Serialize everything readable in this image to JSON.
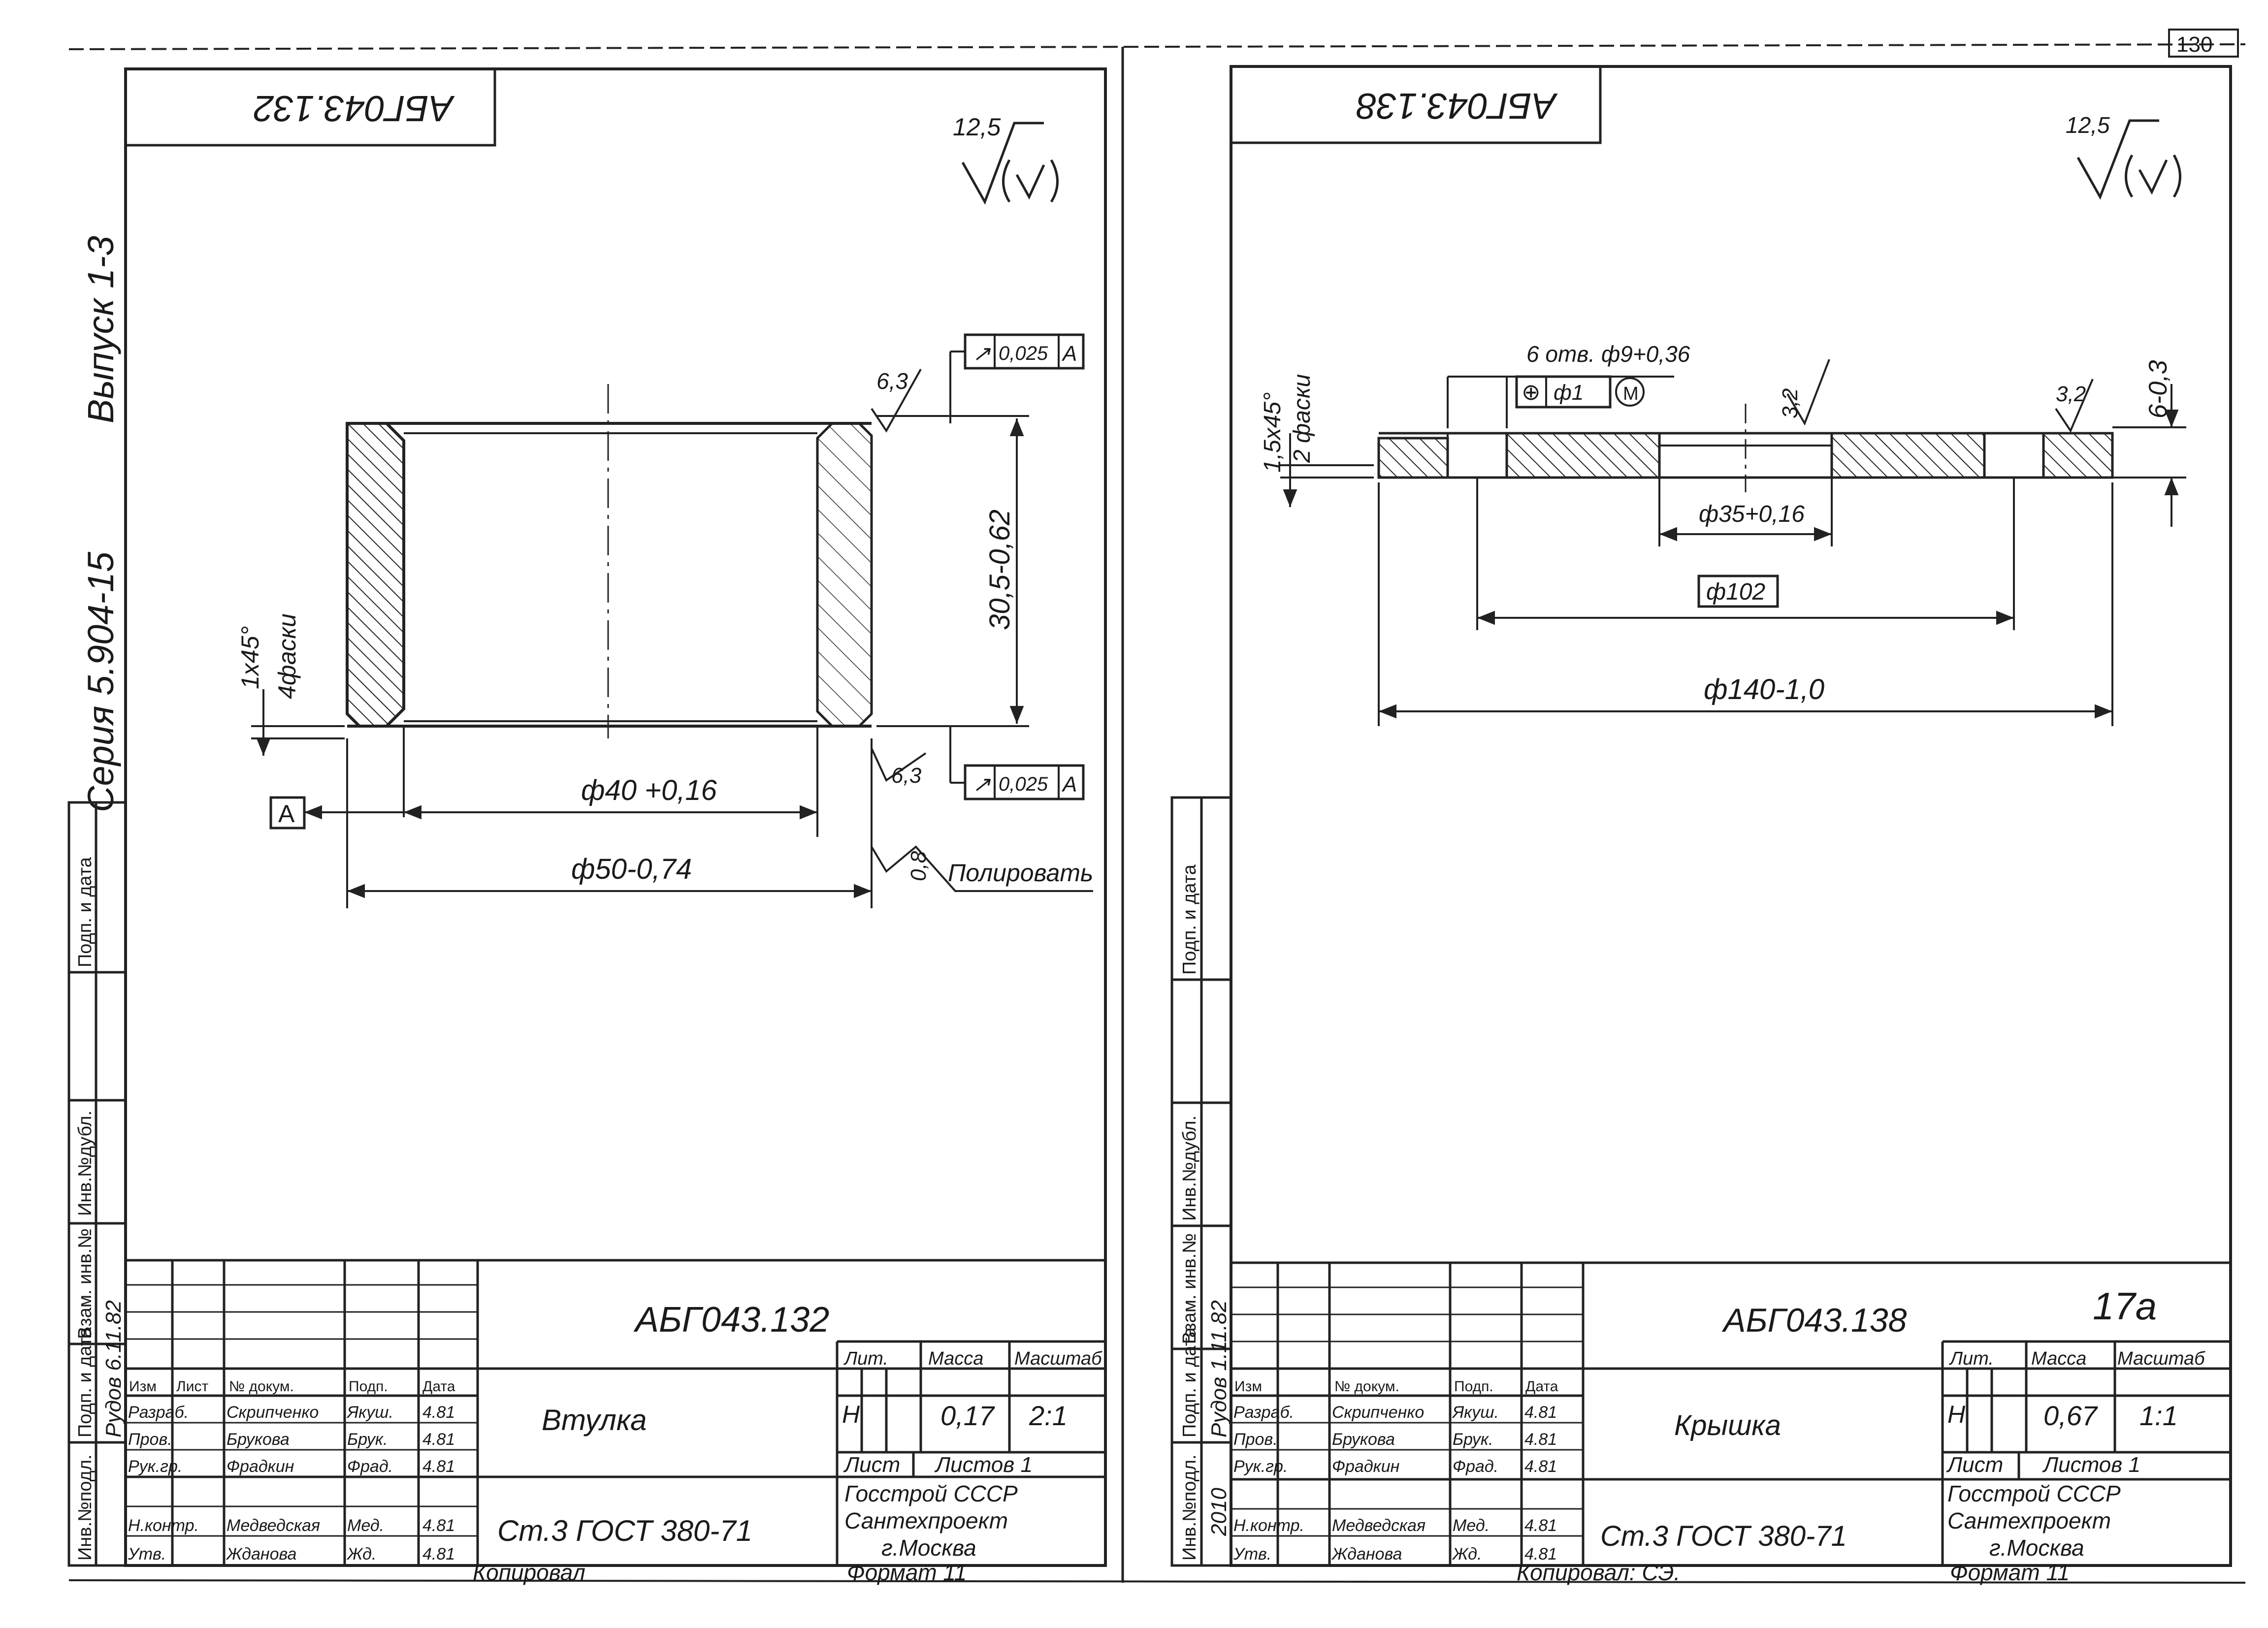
{
  "series": {
    "vypusk": "Выпуск 1-3",
    "seriya": "Серия  5.904-15"
  },
  "corner_mark": "130",
  "sheet_left": {
    "code_stamp": "АБГ043.132",
    "roughness_general": "12,5",
    "roughness_face": "6,3",
    "roughness_bottom": "6,3",
    "tolerance_top": {
      "sym": "↗",
      "value": "0,025",
      "datum": "А"
    },
    "tolerance_bottom": {
      "sym": "↗",
      "value": "0,025",
      "datum": "А"
    },
    "datum_label": "А",
    "dim_height": "30,5-0,62",
    "dim_inner": "ф40 +0,16",
    "dim_outer": "ф50-0,74",
    "chamfer": "1х45°",
    "chamfer_count": "4фаски",
    "polish_roughness": "0,8",
    "polish_note": "Полировать",
    "title_block": {
      "designation": "АБГ043.132",
      "part_name": "Втулка",
      "material": "Ст.3  ГОСТ 380-71",
      "lit": "Лит.",
      "lit_value": "Н",
      "mass_label": "Масса",
      "mass": "0,17",
      "scale_label": "Масштаб",
      "scale": "2:1",
      "sheet_label": "Лист",
      "sheets_label": "Листов 1",
      "org": [
        "Госстрой  СССР",
        "Сантехпроект",
        "г.Москва"
      ],
      "roles": [
        {
          "role": "Разраб.",
          "name": "Скрипченко",
          "sign": "Якуш.",
          "date": "4.81"
        },
        {
          "role": "Пров.",
          "name": "Брукова",
          "sign": "Брук.",
          "date": "4.81"
        },
        {
          "role": "Рук.гр.",
          "name": "Фрадкин",
          "sign": "Фрад.",
          "date": "4.81"
        },
        {
          "role": "Н.контр.",
          "name": "Медведская",
          "sign": "Мед.",
          "date": "4.81"
        },
        {
          "role": "Утв.",
          "name": "Жданова",
          "sign": "Жд.",
          "date": "4.81"
        }
      ],
      "head": [
        "Изм",
        "Лист",
        "№ докум.",
        "Подп.",
        "Дата"
      ],
      "kopiroval": "Копировал",
      "format": "Формат 11"
    },
    "side_stamps": [
      "Инв.№подл.",
      "Подп. и дата",
      "Взам. инв.№",
      "Инв.№дубл.",
      "Подп. и дата"
    ],
    "side_values": [
      "Рудов 6.11.82"
    ]
  },
  "sheet_right": {
    "code_stamp": "АБГ043.138",
    "roughness_general": "12,5",
    "roughness_a": "3,2",
    "roughness_b": "3,2",
    "holes_note": "6 отв. ф9+0,36",
    "position_tol": {
      "sym": "⊕",
      "value": "ф1",
      "mod": "М"
    },
    "chamfer": "1,5х45°",
    "chamfer_count": "2 фаски",
    "dim_thickness": "6-0,3",
    "dim_bore": "ф35+0,16",
    "dim_pcd": "ф102",
    "dim_outer": "ф140-1,0",
    "title_block": {
      "designation": "АБГ043.138",
      "part_name": "Крышка",
      "material": "Ст.3  ГОСТ 380-71",
      "lit": "Лит.",
      "lit_value": "Н",
      "mass_label": "Масса",
      "mass": "0,67",
      "scale_label": "Масштаб",
      "scale": "1:1",
      "sheet_label": "Лист",
      "sheets_label": "Листов 1",
      "org": [
        "Госстрой  СССР",
        "Сантехпроект",
        "г.Москва"
      ],
      "roles": [
        {
          "role": "Разраб.",
          "name": "Скрипченко",
          "sign": "Якуш.",
          "date": "4.81"
        },
        {
          "role": "Пров.",
          "name": "Брукова",
          "sign": "Брук.",
          "date": "4.81"
        },
        {
          "role": "Рук.гр.",
          "name": "Фрадкин",
          "sign": "Фрад.",
          "date": "4.81"
        },
        {
          "role": "Н.контр.",
          "name": "Медведская",
          "sign": "Мед.",
          "date": "4.81"
        },
        {
          "role": "Утв.",
          "name": "Жданова",
          "sign": "Жд.",
          "date": "4.81"
        }
      ],
      "head": [
        "Изм",
        "№ докум.",
        "Подп.",
        "Дата"
      ],
      "kopiroval": "Копировал: СЭ.",
      "format": "Формат 11",
      "page_mark": "17а"
    },
    "side_stamps": [
      "Инв.№подл.",
      "Подп. и дата",
      "Взам. инв.№",
      "Инв.№дубл.",
      "Подп. и дата"
    ],
    "side_values": [
      "2010",
      "Рудов 1.11.82"
    ]
  }
}
